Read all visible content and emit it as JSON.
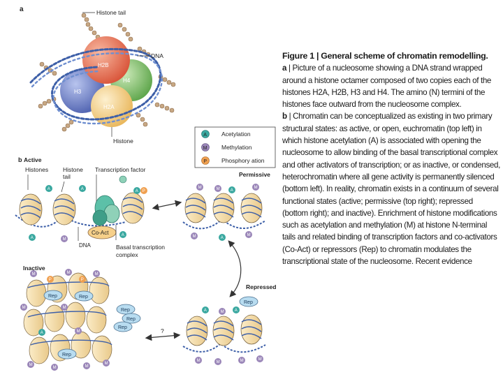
{
  "panel_a": {
    "letter": "a",
    "histone_tail": "Histone tail",
    "dna": "DNA",
    "histone": "Histone",
    "h2b": "H2B",
    "h4": "H4",
    "h3": "H3",
    "h2a": "H2A"
  },
  "legend": {
    "acetylation_symbol": "A",
    "acetylation": "Acetylation",
    "methylation_symbol": "M",
    "methylation": "Methylation",
    "phospho_symbol": "P",
    "phosphorylation": "Phosphory ation"
  },
  "panel_b": {
    "letter": "b",
    "active": "Active",
    "histones": "Histones",
    "histone_tail_line1": "Histone",
    "histone_tail_line2": "tail",
    "transcription_factor": "Transcription factor",
    "co_act": "Co-Act",
    "dna": "DNA",
    "basal_line1": "Basal transcription",
    "basal_line2": "complex",
    "permissive": "Permissive",
    "inactive": "Inactive",
    "repressed": "Repressed",
    "rep": "Rep",
    "question": "?"
  },
  "caption": {
    "title": "Figure 1 | General scheme of chromatin remodelling.",
    "a_label": "a",
    "a_text": "Picture of a nucleosome showing a DNA strand wrapped around a histone octamer composed of two copies each of the histones H2A, H2B, H3 and H4. The amino (N) termini of the histones face outward from the nucleosome complex.",
    "b_label": "b",
    "b_text": "Chromatin can be conceptualized as existing in two primary structural states: as active, or open, euchromatin (top left) in which histone acetylation (A) is associated with opening the nucleosome to allow binding of the basal transcriptional complex and other activators of transcription; or as inactive, or condensed, heterochromatin where all gene activity is permanently silenced (bottom left). In reality, chromatin exists in a continuum of several functional states (active; permissive (top right); repressed (bottom right); and inactive). Enrichment of histone modifications such as acetylation and methylation (M) at histone N-terminal tails and related binding of transcription factors and co-activators (Co-Act) or repressors (Rep) to chromatin modulates the transcriptional state of the nucleosome. Recent evidence"
  },
  "colors": {
    "h2b": "#e8735a",
    "h4": "#8cc47a",
    "h3": "#7b8fcf",
    "h2a": "#f6d08a",
    "acetyl": "#3aa8a0",
    "methyl": "#9a86b8",
    "phospho": "#f0a050",
    "rep": "#b8dcf0",
    "coact": "#8fd1b8"
  }
}
